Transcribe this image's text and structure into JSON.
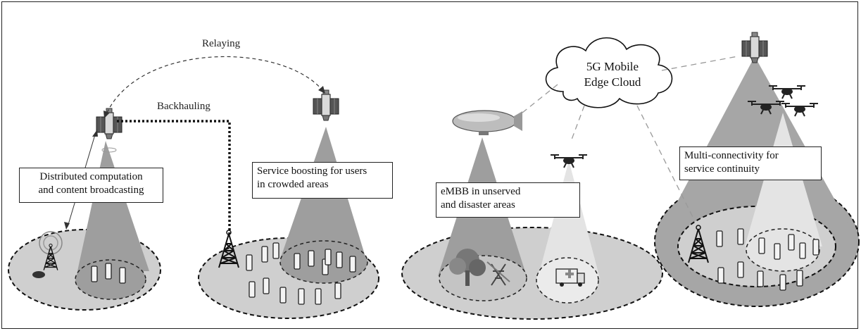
{
  "labels": {
    "relaying": "Relaying",
    "backhauling": "Backhauling",
    "cloud_line1": "5G Mobile",
    "cloud_line2": "Edge Cloud",
    "box1_line1": "Distributed computation",
    "box1_line2": "and content broadcasting",
    "box2_line1": "Service boosting for users",
    "box2_line2": "in crowded areas",
    "box3_line1": "eMBB in unserved",
    "box3_line2": "and disaster areas",
    "box4_line1": "Multi-connectivity for",
    "box4_line2": "service continuity"
  },
  "colors": {
    "ellipse_fill": "#cfcfcf",
    "ellipse_dark": "#a6a6a6",
    "beam": "#9a9a9a",
    "beam_light": "#dcdcdc",
    "outline": "#111111"
  }
}
